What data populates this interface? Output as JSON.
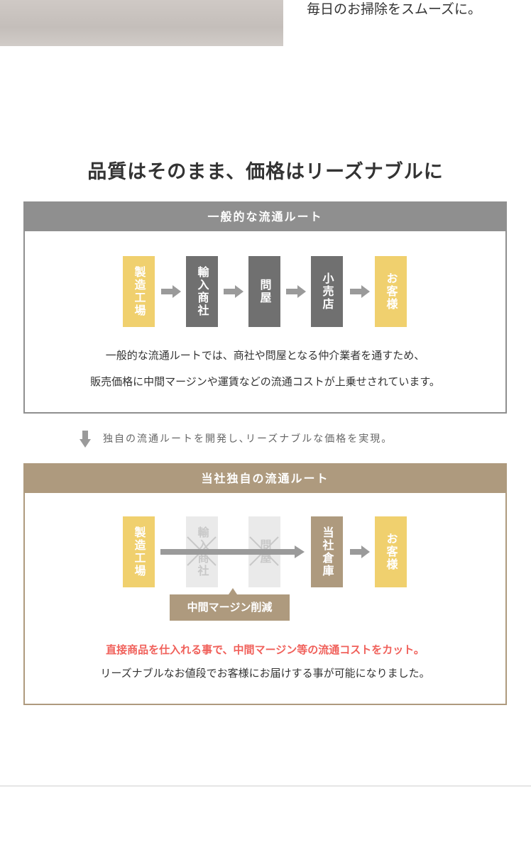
{
  "caption": "毎日のお掃除をスムーズに。",
  "heading": "品質はそのまま、価格はリーズナブルに",
  "general": {
    "title": "一般的な流通ルート",
    "steps": [
      "製造工場",
      "輸入商社",
      "問屋",
      "小売店",
      "お客様"
    ],
    "line1": "一般的な流通ルートでは、商社や問屋となる仲介業者を通すため、",
    "line2": "販売価格に中間マージンや運賃などの流通コストが上乗せされています。"
  },
  "note": "独自の流通ルートを開発し､リーズナブルな価格を実現。",
  "own": {
    "title": "当社独自の流通ルート",
    "steps": [
      "製造工場",
      "輸入商社",
      "問屋",
      "当社倉庫",
      "お客様"
    ],
    "badge": "中間マージン削減",
    "line1": "直接商品を仕入れる事で、中間マージン等の流通コストをカット。",
    "line2": "リーズナブルなお値段でお客様にお届けする事が可能になりました。"
  },
  "colors": {
    "yellow": "#f0d06e",
    "gray": "#707070",
    "brown": "#ae9a7e",
    "red": "#f0605a"
  }
}
